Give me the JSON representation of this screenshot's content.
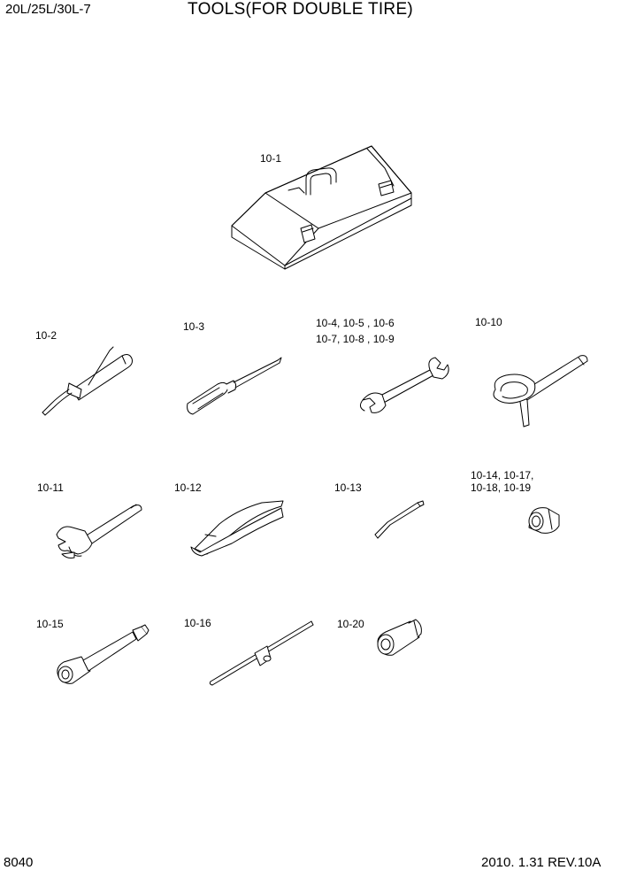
{
  "header": {
    "model": "20L/25L/30L-7",
    "title": "TOOLS(FOR DOUBLE TIRE)"
  },
  "footer": {
    "page_number": "8040",
    "revision": "2010. 1.31  REV.10A"
  },
  "parts": [
    {
      "label": "10-1",
      "icon": "toolbox-icon"
    },
    {
      "label": "10-2",
      "icon": "grease-gun-icon"
    },
    {
      "label": "10-3",
      "icon": "screwdriver-icon"
    },
    {
      "label_lines": [
        "10-4, 10-5 , 10-6",
        "10-7, 10-8 , 10-9"
      ],
      "icon": "open-end-wrench-icon"
    },
    {
      "label": "10-10",
      "icon": "filter-wrench-icon"
    },
    {
      "label": "10-11",
      "icon": "adjustable-wrench-icon"
    },
    {
      "label": "10-12",
      "icon": "pliers-icon"
    },
    {
      "label": "10-13",
      "icon": "bent-rod-icon"
    },
    {
      "label_lines": [
        "10-14, 10-17,",
        "10-18, 10-19"
      ],
      "icon": "socket-icon"
    },
    {
      "label": "10-15",
      "icon": "socket-extension-icon"
    },
    {
      "label": "10-16",
      "icon": "t-handle-icon"
    },
    {
      "label": "10-20",
      "icon": "deep-socket-icon"
    }
  ]
}
